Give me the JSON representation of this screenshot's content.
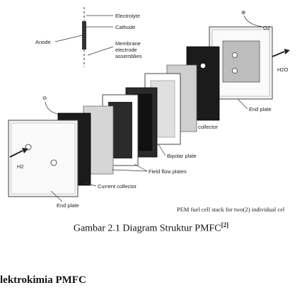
{
  "diagram": {
    "labels": {
      "electrolyte": "Electrolyte",
      "cathode": "Cathode",
      "anode": "Anode",
      "membrane_line1": "Membrane",
      "membrane_line2": "electrode",
      "membrane_line3": "assemblies",
      "o2": "O2",
      "h2o": "H2O",
      "h2": "H2",
      "end_plate_right": "End plate",
      "current_collector_right": "Current collector",
      "bipolar_plate": "Bipolar plate",
      "field_flow_plates": "Field flow plates",
      "current_collector_left": "Current collector",
      "end_plate_left": "End plate",
      "plus_sign": "⊕",
      "minus_sign": "⊖"
    },
    "source_note": "PEM fuel cell stack for two(2) individual cel"
  },
  "caption": {
    "text": "Gambar 2.1 Diagram Struktur PMFC",
    "ref": "[2]"
  },
  "section_heading": "lektrokimia PMFC"
}
